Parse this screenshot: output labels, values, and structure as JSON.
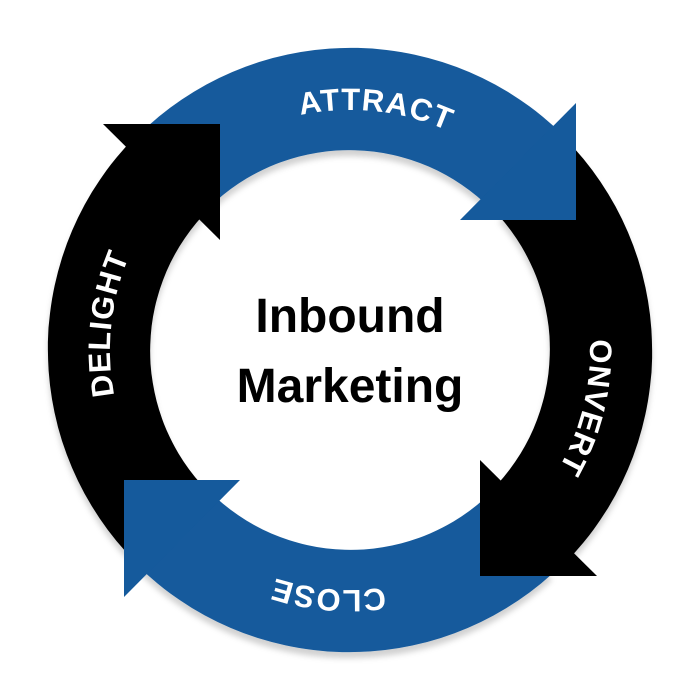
{
  "title_lines": [
    "Inbound",
    "Marketing"
  ],
  "stages": [
    {
      "label": "ATTRACT",
      "color": "#155a9c"
    },
    {
      "label": "CONVERT",
      "color": "#000000"
    },
    {
      "label": "CLOSE",
      "color": "#155a9c"
    },
    {
      "label": "DELIGHT",
      "color": "#000000"
    }
  ]
}
